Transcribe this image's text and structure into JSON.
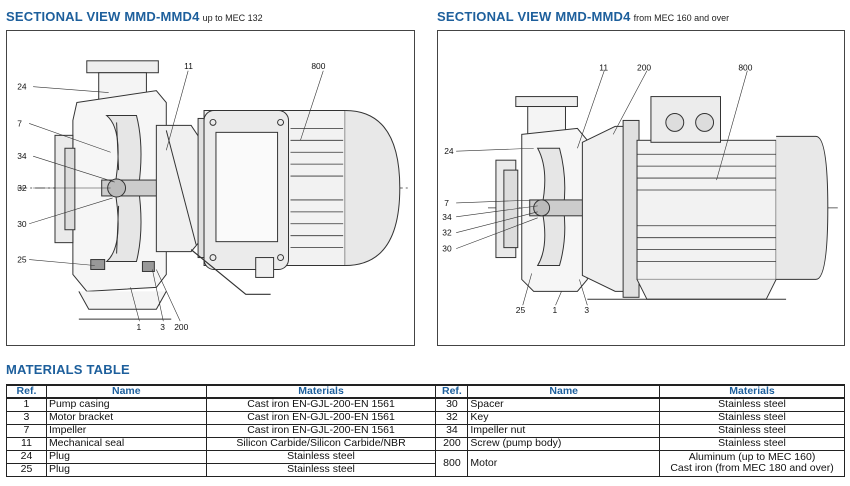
{
  "left_view": {
    "title": "SECTIONAL VIEW MMD-MMD4",
    "subtitle": "up to MEC 132",
    "callouts": {
      "c24": "24",
      "c7": "7",
      "c34": "34",
      "c32": "32",
      "c30": "30",
      "c25": "25",
      "c11": "11",
      "c800": "800",
      "c1": "1",
      "c3": "3",
      "c200": "200"
    }
  },
  "right_view": {
    "title": "SECTIONAL VIEW MMD-MMD4",
    "subtitle": "from MEC 160 and over",
    "callouts": {
      "c11": "11",
      "c200": "200",
      "c800": "800",
      "c24": "24",
      "c7": "7",
      "c34": "34",
      "c32": "32",
      "c30": "30",
      "c25": "25",
      "c1": "1",
      "c3": "3"
    }
  },
  "materials_table": {
    "title": "MATERIALS TABLE",
    "headers": {
      "ref": "Ref.",
      "name": "Name",
      "materials": "Materials"
    },
    "left_rows": [
      {
        "ref": "1",
        "name": "Pump casing",
        "material": "Cast iron EN-GJL-200-EN 1561"
      },
      {
        "ref": "3",
        "name": "Motor bracket",
        "material": "Cast iron EN-GJL-200-EN 1561"
      },
      {
        "ref": "7",
        "name": "Impeller",
        "material": "Cast iron EN-GJL-200-EN 1561"
      },
      {
        "ref": "11",
        "name": "Mechanical seal",
        "material": "Silicon Carbide/Silicon Carbide/NBR"
      },
      {
        "ref": "24",
        "name": "Plug",
        "material": "Stainless steel"
      },
      {
        "ref": "25",
        "name": "Plug",
        "material": "Stainless steel"
      }
    ],
    "right_rows": [
      {
        "ref": "30",
        "name": "Spacer",
        "material": "Stainless steel"
      },
      {
        "ref": "32",
        "name": "Key",
        "material": "Stainless steel"
      },
      {
        "ref": "34",
        "name": "Impeller nut",
        "material": "Stainless steel"
      },
      {
        "ref": "200",
        "name": "Screw (pump body)",
        "material": "Stainless steel"
      },
      {
        "ref": "800",
        "name": "Motor",
        "material_line1": "Aluminum (up to MEC 160)",
        "material_line2": "Cast iron (from MEC 180 and over)"
      }
    ]
  }
}
